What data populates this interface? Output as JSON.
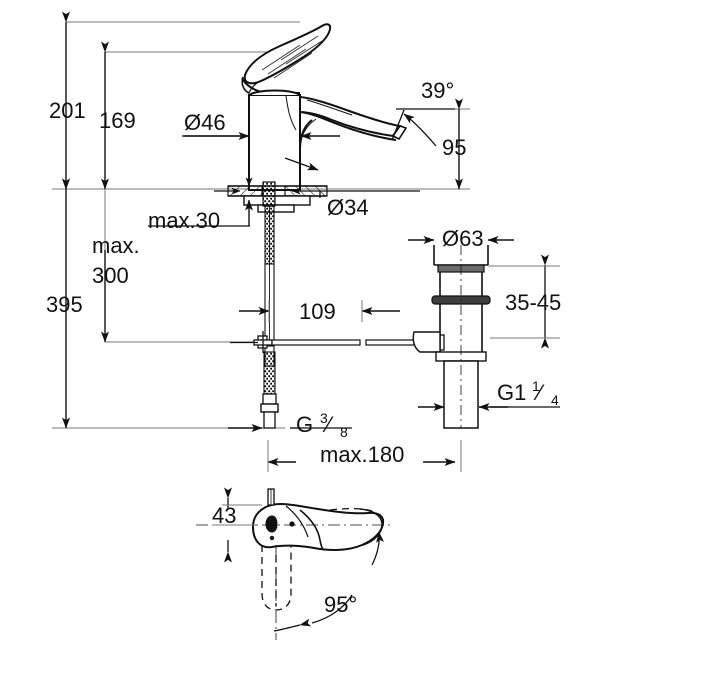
{
  "drawing": {
    "kind": "technical-dimension-drawing",
    "subject": "single-lever basin mixer tap with pop-up waste assembly",
    "units": "mm",
    "line_color": "#1a1a1a",
    "dim_line_color": "#4d4d4d",
    "background": "#ffffff",
    "views": [
      {
        "id": "front-elevation",
        "name": "front elevation of mixer and waste"
      },
      {
        "id": "waste-assembly",
        "name": "pop-up waste / drain body detail"
      },
      {
        "id": "plan-view",
        "name": "plan view of lever handle swing"
      }
    ]
  },
  "dimensions": {
    "overall_height": "201",
    "spout_height": "169",
    "body_diameter": "Ø46",
    "spout_angle": "39°",
    "projection_height": "95",
    "shank_max": "max.30",
    "deck_hole_diameter": "Ø34",
    "connection_max": "max.\n300",
    "connection_max_line1": "max.",
    "connection_max_line2": "300",
    "total_reach": "395",
    "spout_projection": "109",
    "waste_flange_diameter": "Ø63",
    "deck_thickness": "35-45",
    "supply_thread": "G",
    "supply_thread_num": "3",
    "supply_thread_bar": "⁄",
    "supply_thread_den": "8",
    "waste_thread": "G1",
    "waste_thread_num": "1",
    "waste_thread_bar": "⁄",
    "waste_thread_den": "4",
    "rod_max": "max.180",
    "handle_height": "43",
    "handle_swing_angle": "95°"
  }
}
